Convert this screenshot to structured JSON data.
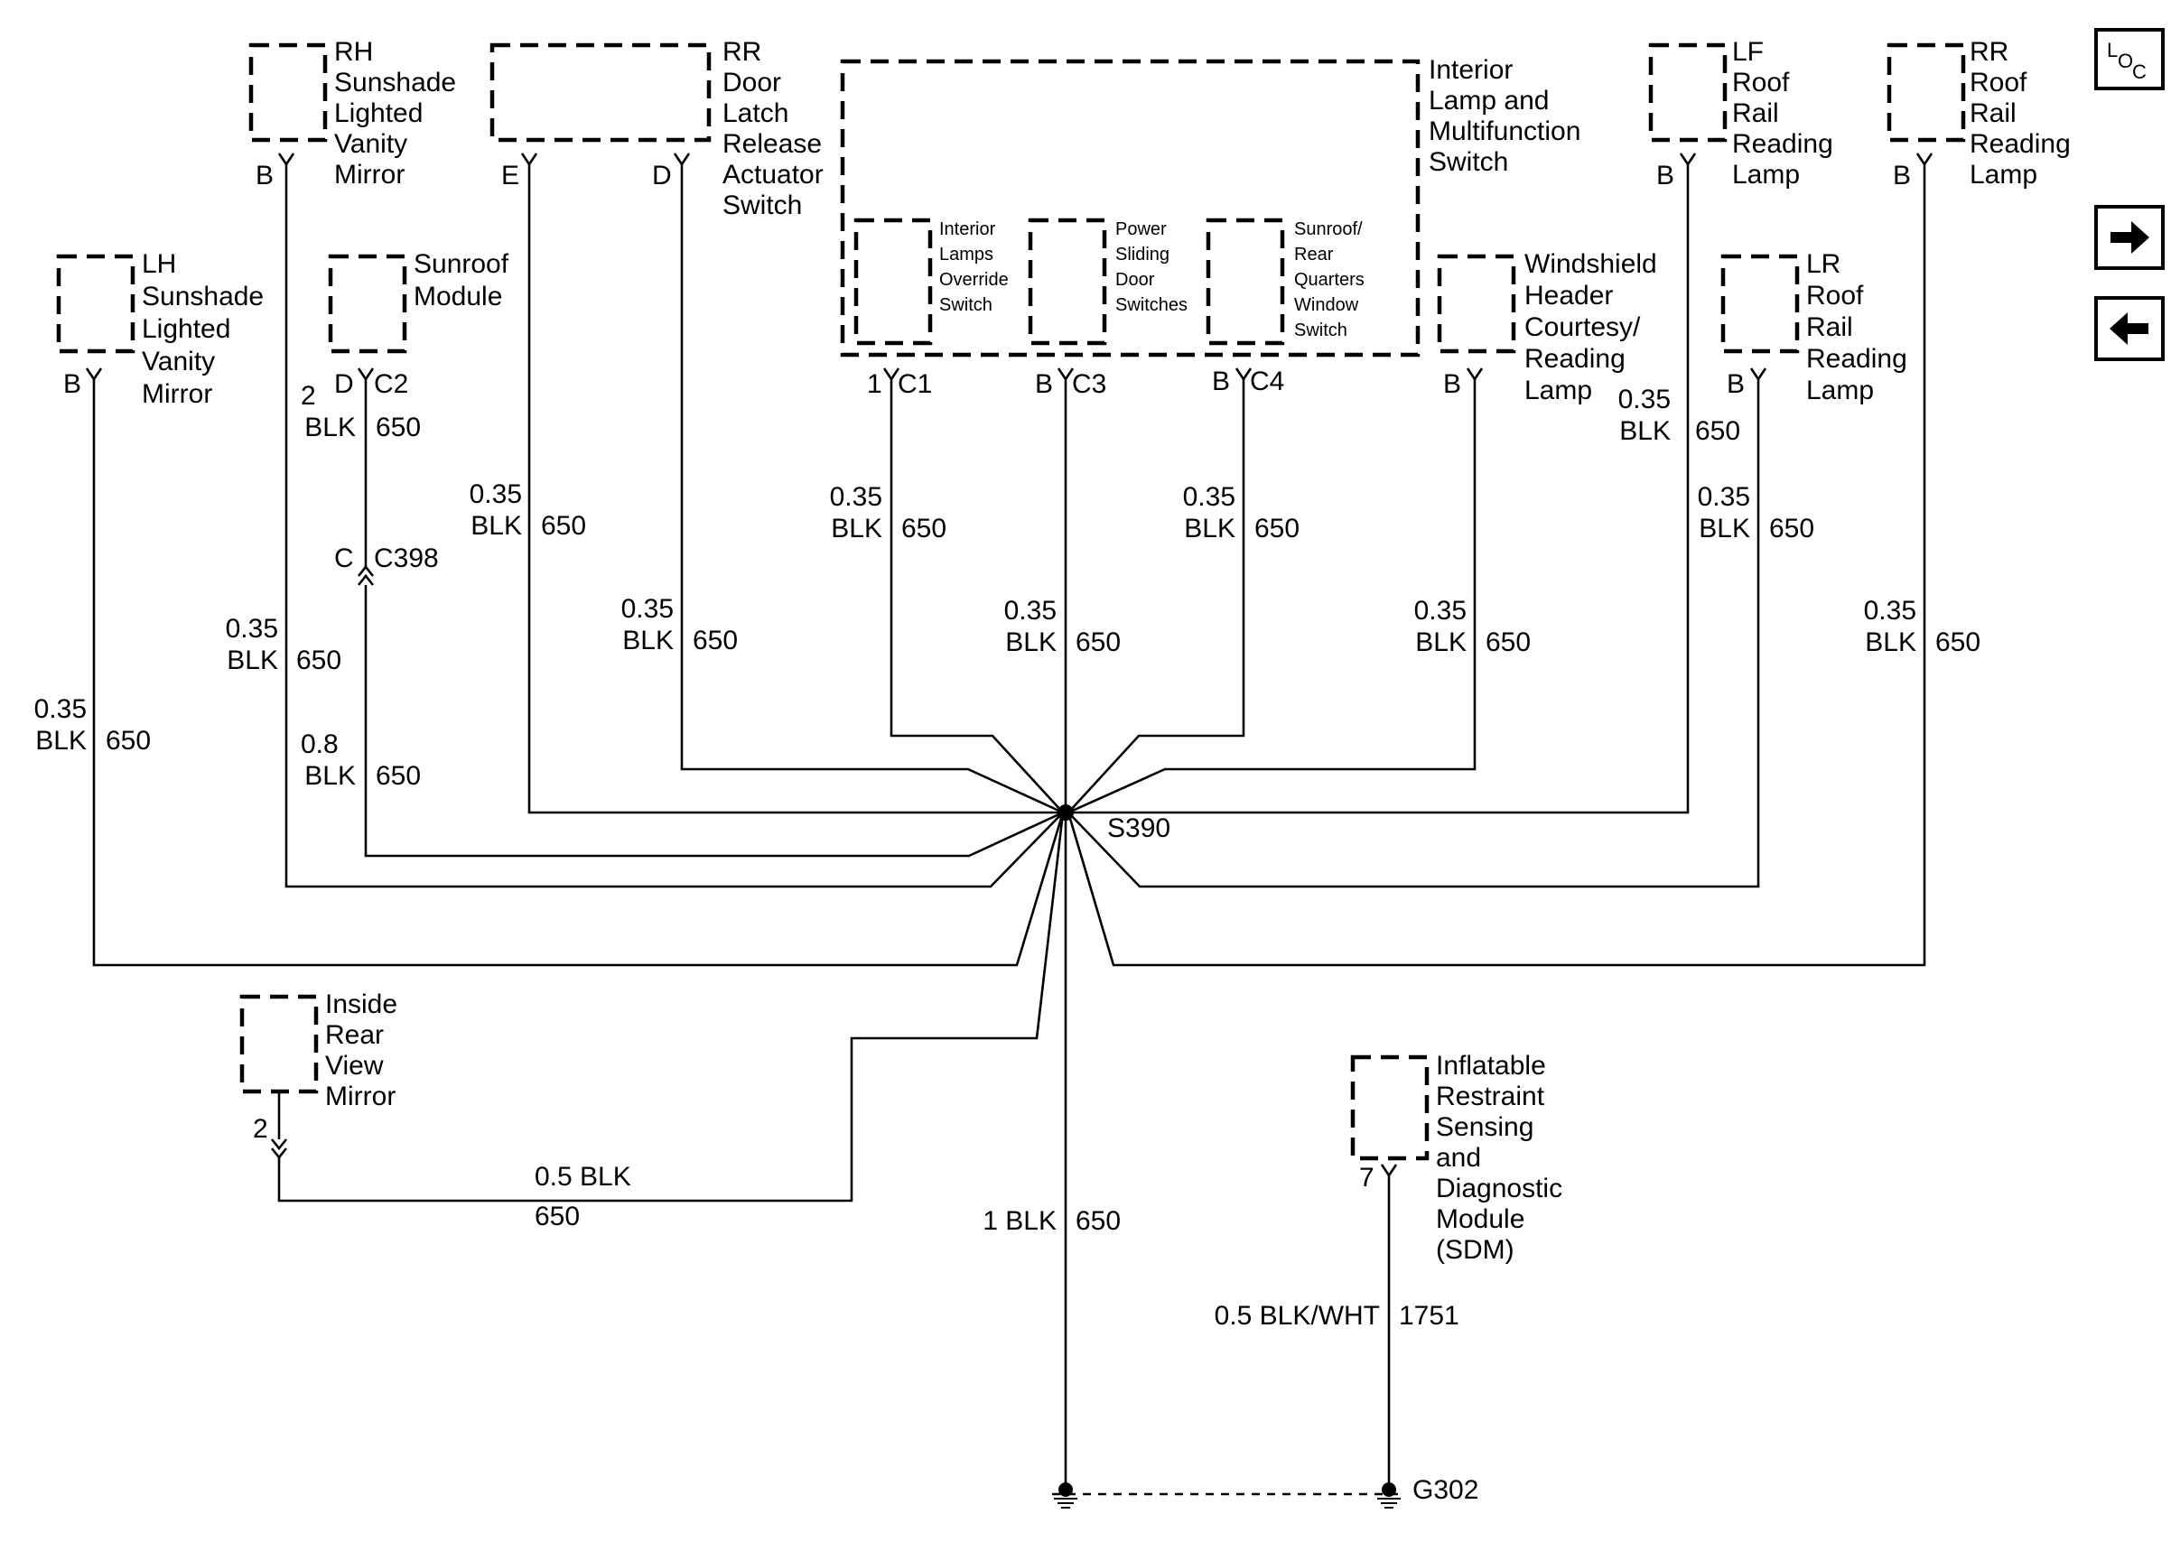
{
  "components": {
    "rh_sunshade": [
      "RH",
      "Sunshade",
      "Lighted",
      "Vanity",
      "Mirror"
    ],
    "rr_door_latch": [
      "RR",
      "Door",
      "Latch",
      "Release",
      "Actuator",
      "Switch"
    ],
    "interior_lamp_switch": [
      "Interior",
      "Lamp and",
      "Multifunction",
      "Switch"
    ],
    "interior_lamps_override": [
      "Interior",
      "Lamps",
      "Override",
      "Switch"
    ],
    "power_sliding_door": [
      "Power",
      "Sliding",
      "Door",
      "Switches"
    ],
    "sunroof_rear_quarters": [
      "Sunroof/",
      "Rear",
      "Quarters",
      "Window",
      "Switch"
    ],
    "lf_roof_rail": [
      "LF",
      "Roof",
      "Rail",
      "Reading",
      "Lamp"
    ],
    "rr_roof_rail": [
      "RR",
      "Roof",
      "Rail",
      "Reading",
      "Lamp"
    ],
    "lh_sunshade": [
      "LH",
      "Sunshade",
      "Lighted",
      "Vanity",
      "Mirror"
    ],
    "sunroof_module": [
      "Sunroof",
      "Module"
    ],
    "windshield_header": [
      "Windshield",
      "Header",
      "Courtesy/",
      "Reading",
      "Lamp"
    ],
    "lr_roof_rail": [
      "LR",
      "Roof",
      "Rail",
      "Reading",
      "Lamp"
    ],
    "inside_rear_mirror": [
      "Inside",
      "Rear",
      "View",
      "Mirror"
    ],
    "sdm": [
      "Inflatable",
      "Restraint",
      "Sensing",
      "and",
      "Diagnostic",
      "Module",
      "(SDM)"
    ]
  },
  "pins": {
    "rh_sunshade": "B",
    "rr_door_latch_e": "E",
    "rr_door_latch_d": "D",
    "lf_roof_rail": "B",
    "rr_roof_rail": "B",
    "lh_sunshade": "B",
    "sunroof_module_pin": "D",
    "sunroof_module_conn": "C2",
    "override_pin": "1",
    "override_conn": "C1",
    "sliding_pin": "B",
    "sliding_conn": "C3",
    "sunroof_sw_pin": "B",
    "sunroof_sw_conn": "C4",
    "windshield_header": "B",
    "lr_roof_rail": "B",
    "c398_pin": "C",
    "c398_conn": "C398",
    "mirror_pin": "2",
    "sdm_pin": "7"
  },
  "wires": {
    "lh_sunshade": {
      "size": "0.35",
      "color": "BLK",
      "circuit": "650"
    },
    "rh_sunshade": {
      "size": "0.35",
      "color": "BLK",
      "circuit": "650"
    },
    "sunroof_upper": {
      "size": "2",
      "color": "BLK",
      "circuit": "650"
    },
    "sunroof_lower": {
      "size": "0.8",
      "color": "BLK",
      "circuit": "650"
    },
    "rr_door_latch_e": {
      "size": "0.35",
      "color": "BLK",
      "circuit": "650"
    },
    "rr_door_latch_d": {
      "size": "0.35",
      "color": "BLK",
      "circuit": "650"
    },
    "override": {
      "size": "0.35",
      "color": "BLK",
      "circuit": "650"
    },
    "sliding": {
      "size": "0.35",
      "color": "BLK",
      "circuit": "650"
    },
    "sunroof_sw": {
      "size": "0.35",
      "color": "BLK",
      "circuit": "650"
    },
    "windshield_header": {
      "size": "0.35",
      "color": "BLK",
      "circuit": "650"
    },
    "lf_roof_rail": {
      "size": "0.35",
      "color": "BLK",
      "circuit": "650"
    },
    "lr_roof_rail": {
      "size": "0.35",
      "color": "BLK",
      "circuit": "650"
    },
    "rr_roof_rail": {
      "size": "0.35",
      "color": "BLK",
      "circuit": "650"
    },
    "mirror": {
      "size_color": "0.5 BLK",
      "circuit": "650"
    },
    "main_ground": {
      "size_color": "1 BLK",
      "circuit": "650"
    },
    "sdm": {
      "size_color": "0.5 BLK/WHT",
      "circuit": "1751"
    }
  },
  "splice": "S390",
  "ground": "G302",
  "nav": {
    "loc_l": "L",
    "loc_o": "O",
    "loc_c": "C",
    "next_icon": "right-arrow",
    "prev_icon": "left-arrow"
  }
}
